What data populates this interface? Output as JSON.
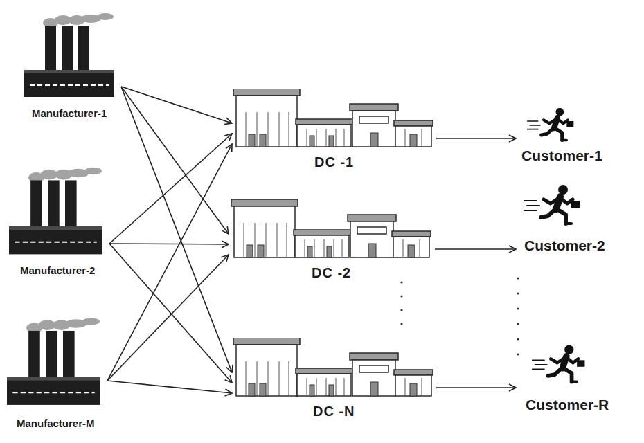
{
  "diagram": {
    "nodes": [
      {
        "text": [
          "Manufacturer-1"
        ]
      },
      {
        "text": [
          "Manufacturer-2"
        ]
      },
      {
        "text": [
          "Manufacturer-M"
        ]
      },
      {
        "text": [
          "DC -1"
        ]
      },
      {
        "text": [
          "DC -2"
        ]
      },
      {
        "text": [
          "DC -N"
        ]
      },
      {
        "text": [
          "Customer-1"
        ]
      },
      {
        "text": [
          "Customer-2"
        ]
      },
      {
        "text": [
          "Customer-R"
        ]
      }
    ],
    "edges": [
      {
        "from": 0,
        "to": 3,
        "arrow": "to"
      },
      {
        "from": 0,
        "to": 4,
        "arrow": "to"
      },
      {
        "from": 0,
        "to": 5,
        "arrow": "to"
      },
      {
        "from": 1,
        "to": 3,
        "arrow": "to"
      },
      {
        "from": 1,
        "to": 4,
        "arrow": "to"
      },
      {
        "from": 1,
        "to": 5,
        "arrow": "to"
      },
      {
        "from": 2,
        "to": 3,
        "arrow": "to"
      },
      {
        "from": 2,
        "to": 4,
        "arrow": "to"
      },
      {
        "from": 2,
        "to": 5,
        "arrow": "to"
      },
      {
        "from": 3,
        "to": 6,
        "arrow": "to"
      },
      {
        "from": 4,
        "to": 7,
        "arrow": "to"
      },
      {
        "from": 5,
        "to": 8,
        "arrow": "to"
      }
    ]
  }
}
